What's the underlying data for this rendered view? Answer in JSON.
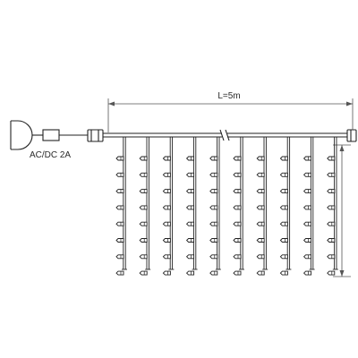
{
  "diagram": {
    "power_label": "AC/DC 2A",
    "length_label": "L=5m",
    "strand_count": 10,
    "bulbs_per_strand": 8,
    "line_color": "#222222",
    "dim_color": "#555555",
    "icons": {
      "adapter": "power-adapter-icon",
      "transformer": "transformer-box-icon",
      "connector": "connector-plug-icon",
      "end_cap": "end-connector-icon",
      "break": "cable-break-icon",
      "bulb": "led-bulb-icon"
    }
  }
}
